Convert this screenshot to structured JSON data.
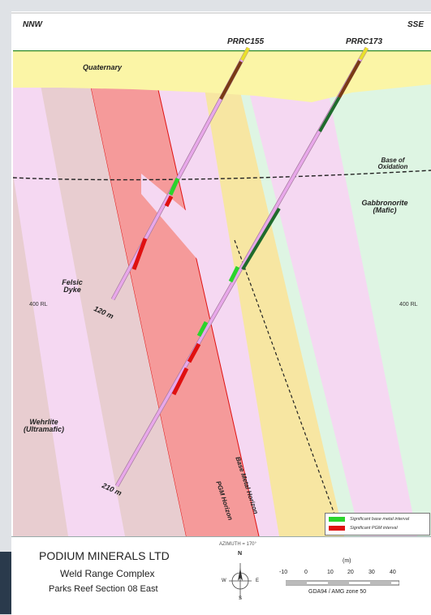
{
  "section": {
    "left_direction": "NNW",
    "right_direction": "SSE",
    "holes": [
      {
        "name": "PRRC155",
        "end_depth": "120 m"
      },
      {
        "name": "PRRC173",
        "end_depth": "210 m"
      }
    ],
    "units": {
      "quaternary": "Quaternary",
      "base_of_oxidation": "Base of\nOxidation",
      "gabbronorite": "Gabbronorite\n(Mafic)",
      "felsic_dyke": "Felsic\nDyke",
      "wehrlite": "Wehrlite\n(Ultramafic)",
      "base_metal_horizon": "Base Metal Horizon",
      "pgm_horizon": "PGM Horizon"
    },
    "rl_left": "400 RL",
    "rl_right": "400 RL"
  },
  "legend": {
    "items": [
      {
        "label": "Significant base metal interval",
        "color": "#2bd42b"
      },
      {
        "label": "Significant PGM interval",
        "color": "#e01010"
      }
    ]
  },
  "footer": {
    "company": "PODIUM MINERALS LTD",
    "project": "Weld Range Complex",
    "section_name": "Parks Reef Section 08 East",
    "azimuth": "AZIMUTH = 170°",
    "compass": {
      "n": "N",
      "s": "S",
      "e": "E",
      "w": "W"
    },
    "scale_unit": "(m)",
    "scale_ticks": [
      "-10",
      "0",
      "10",
      "20",
      "30",
      "40"
    ],
    "datum": "GDA94 / AMG zone 50"
  },
  "colors": {
    "quaternary": "#fbf5a6",
    "felsic": "#f5d8f2",
    "ultramafic": "#e8cdd0",
    "pgm_red": "#f59a9a",
    "base_metal_yellow": "#f7e6a2",
    "mafic_green": "#def5e3",
    "hole_trace": "#e8a8ea",
    "oxide_brown": "#7a3a14",
    "fresh_green": "#1f6b2c"
  }
}
